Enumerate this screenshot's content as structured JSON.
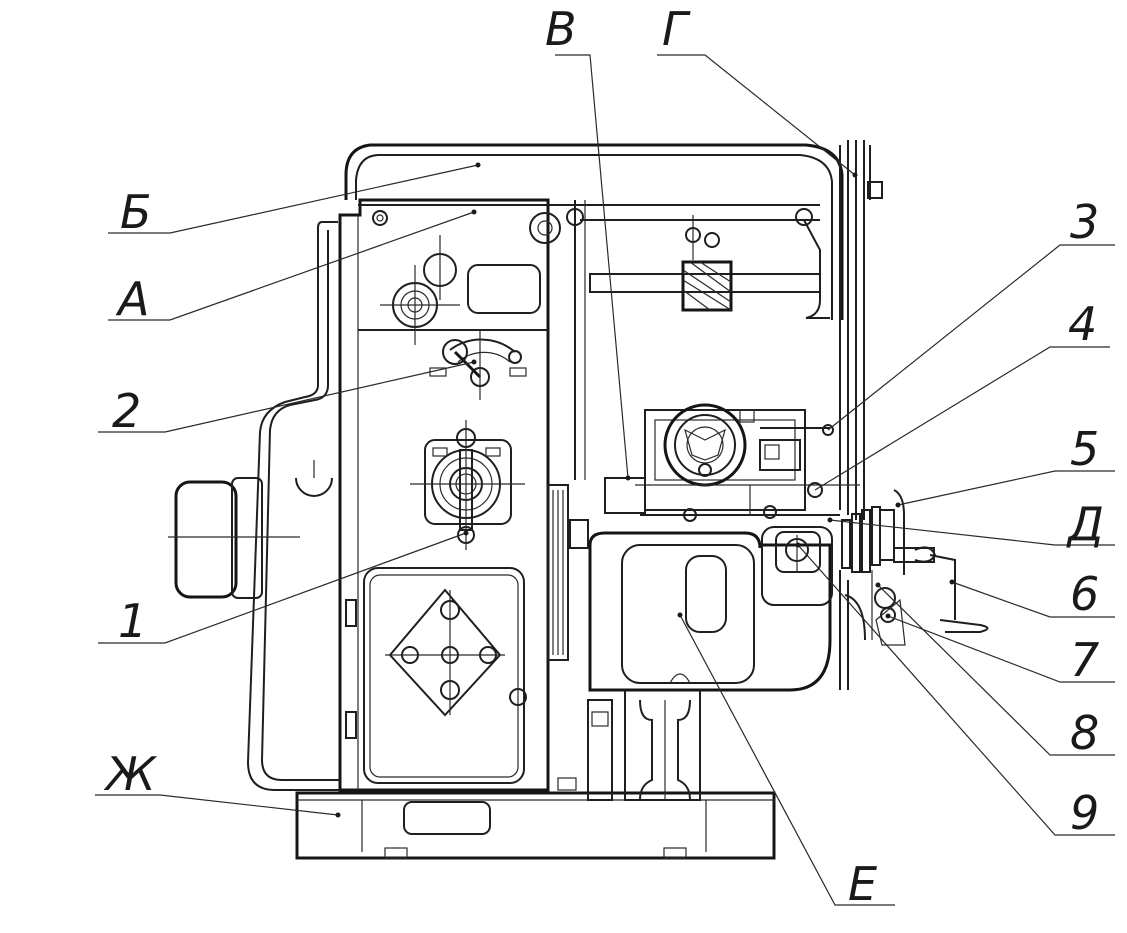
{
  "diagram": {
    "callouts": [
      {
        "id": "V",
        "text": "В"
      },
      {
        "id": "G",
        "text": "Г"
      },
      {
        "id": "B",
        "text": "Б"
      },
      {
        "id": "A",
        "text": "А"
      },
      {
        "id": "n3",
        "text": "3"
      },
      {
        "id": "n4",
        "text": "4"
      },
      {
        "id": "n2",
        "text": "2"
      },
      {
        "id": "n5",
        "text": "5"
      },
      {
        "id": "D",
        "text": "Д"
      },
      {
        "id": "n6",
        "text": "6"
      },
      {
        "id": "n1",
        "text": "1"
      },
      {
        "id": "n7",
        "text": "7"
      },
      {
        "id": "n8",
        "text": "8"
      },
      {
        "id": "Zh",
        "text": "Ж"
      },
      {
        "id": "n9",
        "text": "9"
      },
      {
        "id": "E",
        "text": "Е"
      }
    ]
  }
}
